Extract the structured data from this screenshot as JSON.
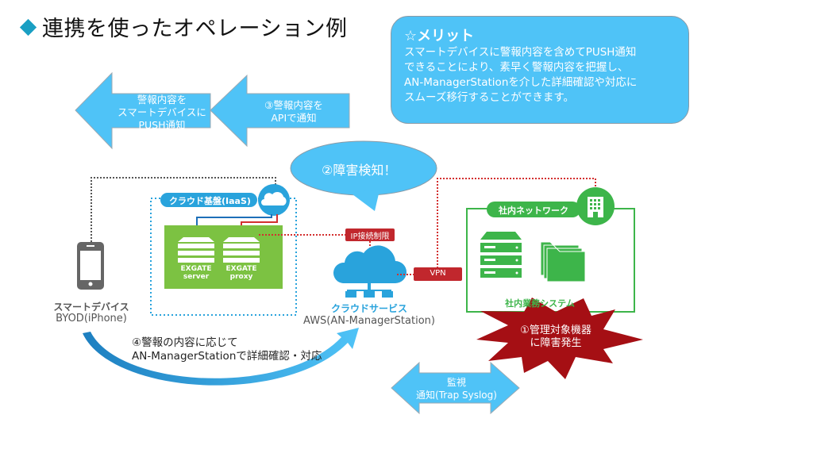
{
  "title": "連携を使ったオペレーション例",
  "merit": {
    "heading": "☆メリット",
    "body": "スマートデバイスに警報内容を含めてPUSH通知\nできることにより、素早く警報内容を把握し、\nAN-ManagerStationを介した詳細確認や対応に\nスムーズ移行することができます。"
  },
  "arrows": {
    "push_notify": "警報内容を\nスマートデバイスに\nPUSH通知",
    "api_notify": "③警報内容を\nAPIで通知",
    "monitor": "監視\n通知(Trap Syslog)"
  },
  "bubble": {
    "text": "②障害検知！"
  },
  "cloud_base": {
    "label": "クラウド基盤(IaaS)",
    "server1": {
      "name": "EXGATE",
      "role": "server"
    },
    "server2": {
      "name": "EXGATE",
      "role": "proxy"
    }
  },
  "smart_device": {
    "label": "スマートデバイス",
    "sublabel": "BYOD(iPhone)"
  },
  "cloud_service": {
    "ip_badge": "IP接続制限",
    "vpn_badge": "VPN",
    "label": "クラウドサービス",
    "sublabel": "AWS(AN-ManagerStation)"
  },
  "internal_network": {
    "label": "社内ネットワーク",
    "system_label": "社内業務システム"
  },
  "incident": {
    "text": "①管理対象機器\nに障害発生"
  },
  "step4": {
    "text": "④警報の内容に応じて\nAN-ManagerStationで詳細確認・対応"
  },
  "colors": {
    "accent_blue": "#4fc3f7",
    "dark_blue": "#29a3dc",
    "green": "#3db54a",
    "red": "#c1272d",
    "crimson": "#a50f14"
  }
}
